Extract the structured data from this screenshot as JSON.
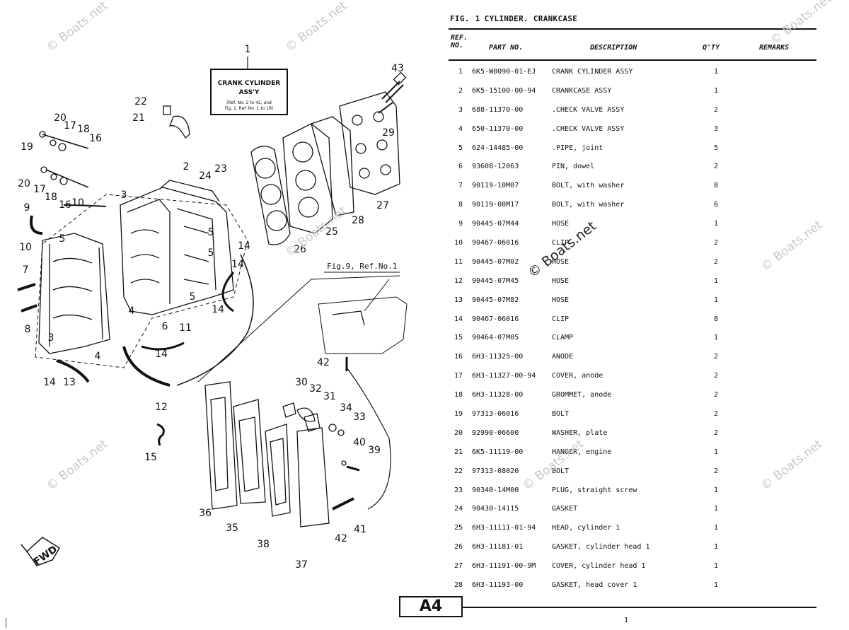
{
  "figure": {
    "label": "FIG.",
    "number": "1",
    "title": "CYLINDER. CRANKCASE"
  },
  "table": {
    "headers": {
      "ref_top": "REF.",
      "ref_bottom": "NO.",
      "part": "PART NO.",
      "description": "DESCRIPTION",
      "qty": "Q'TY",
      "remarks": "REMARKS"
    },
    "rows": [
      {
        "ref": "1",
        "part": "6K5-W0090-01-EJ",
        "desc": "CRANK CYLINDER ASSY",
        "qty": "1",
        "remarks": ""
      },
      {
        "ref": "2",
        "part": "6K5-15100-00-94",
        "desc": "CRANKCASE ASSY",
        "qty": "1",
        "remarks": ""
      },
      {
        "ref": "3",
        "part": "688-11370-00",
        "desc": ".CHECK VALVE ASSY",
        "qty": "2",
        "remarks": ""
      },
      {
        "ref": "4",
        "part": "650-11370-00",
        "desc": ".CHECK VALVE ASSY",
        "qty": "3",
        "remarks": ""
      },
      {
        "ref": "5",
        "part": "624-14485-00",
        "desc": ".PIPE, joint",
        "qty": "5",
        "remarks": ""
      },
      {
        "ref": "6",
        "part": "93608-12063",
        "desc": "PIN, dowel",
        "qty": "2",
        "remarks": ""
      },
      {
        "ref": "7",
        "part": "90119-10M07",
        "desc": "BOLT, with washer",
        "qty": "8",
        "remarks": ""
      },
      {
        "ref": "8",
        "part": "90119-08M17",
        "desc": "BOLT, with washer",
        "qty": "6",
        "remarks": ""
      },
      {
        "ref": "9",
        "part": "90445-07M44",
        "desc": "HOSE",
        "qty": "1",
        "remarks": ""
      },
      {
        "ref": "10",
        "part": "90467-06016",
        "desc": "CLIP",
        "qty": "2",
        "remarks": ""
      },
      {
        "ref": "11",
        "part": "90445-07M02",
        "desc": "HOSE",
        "qty": "2",
        "remarks": ""
      },
      {
        "ref": "12",
        "part": "90445-07M45",
        "desc": "HOSE",
        "qty": "1",
        "remarks": ""
      },
      {
        "ref": "13",
        "part": "90445-07M82",
        "desc": "HOSE",
        "qty": "1",
        "remarks": ""
      },
      {
        "ref": "14",
        "part": "90467-06016",
        "desc": "CLIP",
        "qty": "8",
        "remarks": ""
      },
      {
        "ref": "15",
        "part": "90464-07M05",
        "desc": "CLAMP",
        "qty": "1",
        "remarks": ""
      },
      {
        "ref": "16",
        "part": "6H3-11325-00",
        "desc": "ANODE",
        "qty": "2",
        "remarks": ""
      },
      {
        "ref": "17",
        "part": "6H3-11327-00-94",
        "desc": "COVER, anode",
        "qty": "2",
        "remarks": ""
      },
      {
        "ref": "18",
        "part": "6H3-11328-00",
        "desc": "GROMMET, anode",
        "qty": "2",
        "remarks": ""
      },
      {
        "ref": "19",
        "part": "97313-06016",
        "desc": "BOLT",
        "qty": "2",
        "remarks": ""
      },
      {
        "ref": "20",
        "part": "92990-06600",
        "desc": "WASHER, plate",
        "qty": "2",
        "remarks": ""
      },
      {
        "ref": "21",
        "part": "6K5-11119-00",
        "desc": "HANGER, engine",
        "qty": "1",
        "remarks": ""
      },
      {
        "ref": "22",
        "part": "97313-08020",
        "desc": "BOLT",
        "qty": "2",
        "remarks": ""
      },
      {
        "ref": "23",
        "part": "90340-14M00",
        "desc": "PLUG, straight screw",
        "qty": "1",
        "remarks": ""
      },
      {
        "ref": "24",
        "part": "90430-14115",
        "desc": "GASKET",
        "qty": "1",
        "remarks": ""
      },
      {
        "ref": "25",
        "part": "6H3-11111-01-94",
        "desc": "HEAD, cylinder 1",
        "qty": "1",
        "remarks": ""
      },
      {
        "ref": "26",
        "part": "6H3-11181-01",
        "desc": "GASKET, cylinder head 1",
        "qty": "1",
        "remarks": ""
      },
      {
        "ref": "27",
        "part": "6H3-11191-00-9M",
        "desc": "COVER, cylinder head 1",
        "qty": "1",
        "remarks": ""
      },
      {
        "ref": "28",
        "part": "6H3-11193-00",
        "desc": "GASKET, head cover 1",
        "qty": "1",
        "remarks": ""
      }
    ]
  },
  "diagram": {
    "assembly_box": {
      "line1": "CRANK CYLINDER",
      "line2": "ASS'Y",
      "note1": "(Ref. No. 2 to 42, and",
      "note2": "Fig. 2, Ref. No. 1 to 18)"
    },
    "cross_reference": "Fig.9, Ref.No.1",
    "direction_label": "FWD",
    "callouts": [
      "1",
      "2",
      "3",
      "3",
      "4",
      "4",
      "5",
      "5",
      "5",
      "5",
      "6",
      "7",
      "8",
      "9",
      "10",
      "10",
      "11",
      "12",
      "13",
      "14",
      "14",
      "14",
      "14",
      "14",
      "15",
      "16",
      "16",
      "17",
      "17",
      "18",
      "18",
      "19",
      "20",
      "20",
      "21",
      "22",
      "23",
      "24",
      "25",
      "26",
      "27",
      "28",
      "29",
      "30",
      "31",
      "32",
      "33",
      "34",
      "35",
      "36",
      "37",
      "38",
      "39",
      "40",
      "41",
      "42",
      "42",
      "43"
    ]
  },
  "footer": {
    "page_code": "A4",
    "page_mark": "1"
  },
  "watermarks": {
    "text": "© Boats.net"
  }
}
